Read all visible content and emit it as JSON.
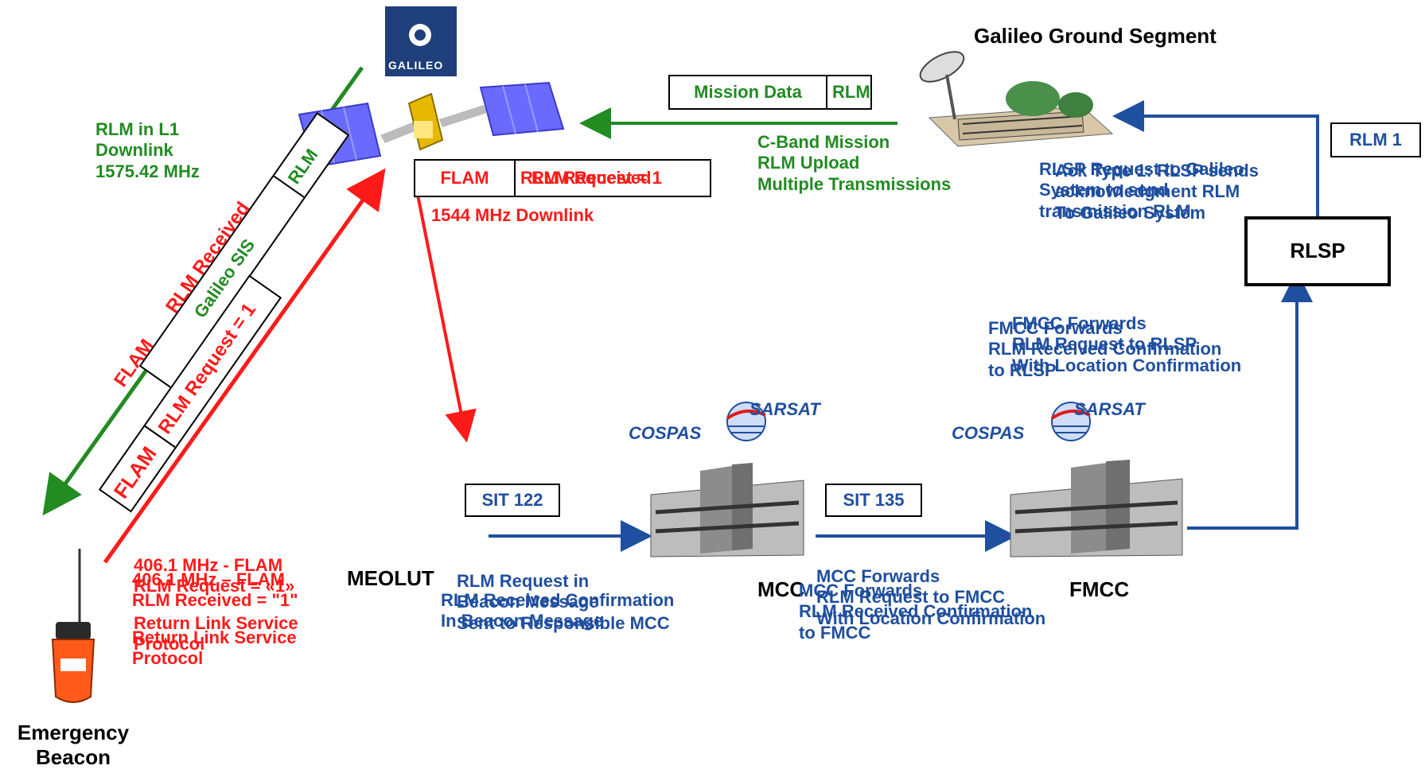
{
  "title": "Galileo Ground Segment",
  "galileo_logo": "GALILEO",
  "downlink_label": [
    "RLM in L1",
    "Downlink",
    "1575.42 MHz"
  ],
  "sis_box": {
    "left": "Galileo SIS",
    "right": "RLM"
  },
  "beacon_msg_box": {
    "left": "FLAM",
    "right": "RLM Request = 1"
  },
  "beacon_msg_box_overlay": {
    "left": "FLAM",
    "right": "RLM Received"
  },
  "meosar_box": {
    "left": "FLAM",
    "right": "RLM Request = 1"
  },
  "meosar_box_overlay": {
    "right": "RLM Received"
  },
  "downlink_1544": "1544 MHz Downlink",
  "mission_box": {
    "left": "Mission Data",
    "right": "RLM"
  },
  "cband_label": [
    "C-Band Mission",
    "RLM Upload",
    "Multiple Transmissions"
  ],
  "rlsp_label_a": [
    "RLSP Request to Galileo",
    "System to send",
    "transmission RLM"
  ],
  "rlsp_label_b": [
    "Ack Type 1: RLSP sends",
    "acknowledgment RLM",
    "To Galileo System"
  ],
  "rlm1_box": "RLM 1",
  "rlsp_box": "RLSP",
  "fmcc_label_a": [
    "FMCC Forwards",
    "RLM Received Confirmation",
    "to RLSP"
  ],
  "fmcc_label_b": [
    "FMCC Forwards",
    "RLM Request to RLSP",
    "With Location Confirmation"
  ],
  "cospas_logo_1": {
    "left": "COSPAS",
    "right": "SARSAT"
  },
  "cospas_logo_2": {
    "left": "COSPAS",
    "right": "SARSAT"
  },
  "sit122": "SIT 122",
  "sit135": "SIT 135",
  "meolut": "MEOLUT",
  "mcc": "MCC",
  "fmcc": "FMCC",
  "meolut_label_a": [
    "RLM Request in",
    "Beacon Message",
    "Sent to Responsible MCC"
  ],
  "meolut_label_b": [
    "RLM Received Confirmation",
    "In Beacon Message"
  ],
  "mcc_label_a": [
    "MCC Forwards",
    "RLM Request to FMCC",
    "With Location Confirmation"
  ],
  "mcc_label_b": [
    "MCC Forwards",
    "RLM Received Confirmation",
    "to FMCC"
  ],
  "beacon_label_a": [
    "406.1 MHz - FLAM",
    "RLM Request = «1»",
    "Return Link Service",
    "Protocol"
  ],
  "beacon_label_b": [
    "406.1 MHz – FLAM",
    "RLM Received = \"1\"",
    "Return Link Service",
    "Protocol"
  ],
  "emergency_beacon": [
    "Emergency",
    "Beacon"
  ],
  "colors": {
    "green": "#228b22",
    "red": "#ff1a1a",
    "blue": "#1f4f9f"
  }
}
